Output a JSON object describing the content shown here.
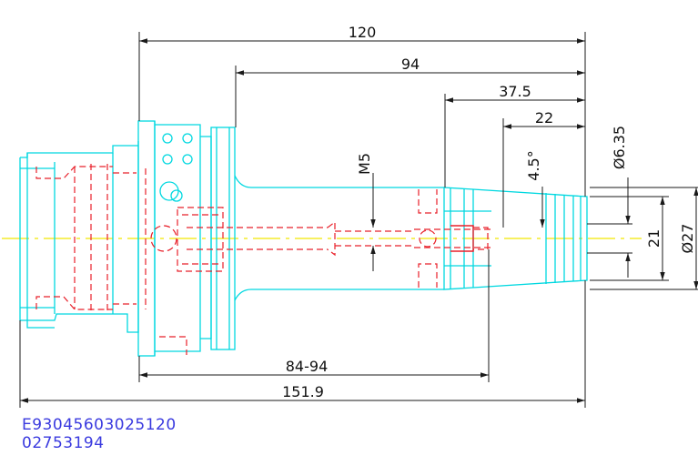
{
  "drawing": {
    "dimensions": {
      "overall_120": "120",
      "length_94": "94",
      "length_37_5": "37.5",
      "length_22": "22",
      "thread_m5": "M5",
      "angle_4_5": "4.5°",
      "dia_6_35": "Ø6.35",
      "dia_21": "21",
      "dia_27": "Ø27",
      "range_84_94": "84-94",
      "total_151_9": "151.9"
    },
    "codes": {
      "part_code": "E93045603025120",
      "order_code": "02753194"
    }
  },
  "colors": {
    "outline": "#00d8e0",
    "hidden": "#e8202a",
    "dimension": "#1a1a1a",
    "centerline": "#f2e600",
    "code_text": "#3a3adf"
  }
}
